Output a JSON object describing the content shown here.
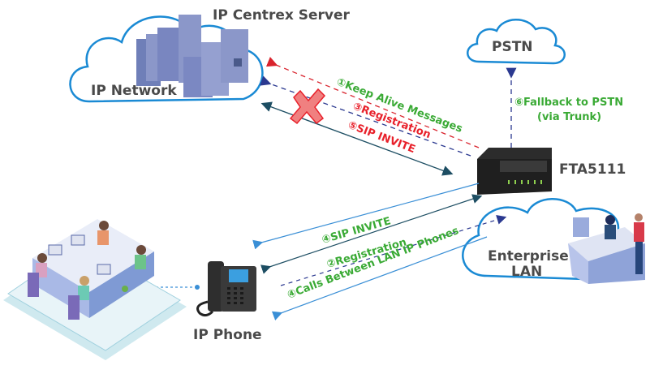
{
  "nodes": {
    "ip_network": "IP Network",
    "centrex_server": "IP Centrex Server",
    "pstn": "PSTN",
    "fta": "FTA5111",
    "enterprise_lan_1": "Enterprise",
    "enterprise_lan_2": "LAN",
    "ip_phone": "IP Phone"
  },
  "messages": {
    "keep_alive": "①Keep Alive Messages",
    "registration_server": "③Registration",
    "sip_invite_server": "⑤SIP INVITE",
    "fallback_1": "⑥Fallback to PSTN",
    "fallback_2": "(via Trunk)",
    "sip_invite_phone": "④SIP INVITE",
    "registration_phone": "②Registration",
    "calls_lan": "④Calls Between LAN IP Phones"
  },
  "colors": {
    "cloud": "#1a8ad4",
    "green_label": "#3aaa35",
    "red_label": "#e8212b",
    "red_arrow": "#d9232d",
    "navy_arrow": "#2b3990",
    "teal_arrow": "#1d4e63",
    "light_blue_arrow": "#3a8fd6",
    "fail_x": "#f08080"
  }
}
